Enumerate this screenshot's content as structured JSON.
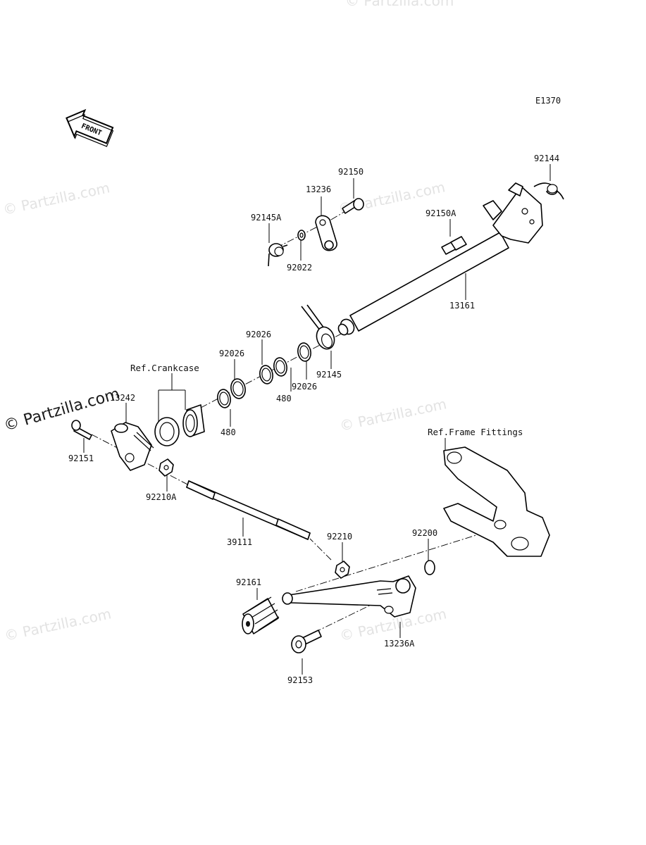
{
  "diagram_code": "E1370",
  "front_label": "FRONT",
  "watermark": "© Partzilla.com",
  "refs": {
    "crankcase": "Ref.Crankcase",
    "frame_fittings": "Ref.Frame Fittings"
  },
  "parts": {
    "p92144": "92144",
    "p92150": "92150",
    "p13236": "13236",
    "p92150A": "92150A",
    "p92145A": "92145A",
    "p92022": "92022",
    "p13161": "13161",
    "p92026a": "92026",
    "p92026b": "92026",
    "p92026c": "92026",
    "p92145": "92145",
    "p480a": "480",
    "p480b": "480",
    "p13242": "13242",
    "p92151": "92151",
    "p92210A": "92210A",
    "p39111": "39111",
    "p92210": "92210",
    "p92200": "92200",
    "p92161": "92161",
    "p13236A": "13236A",
    "p92153": "92153"
  }
}
